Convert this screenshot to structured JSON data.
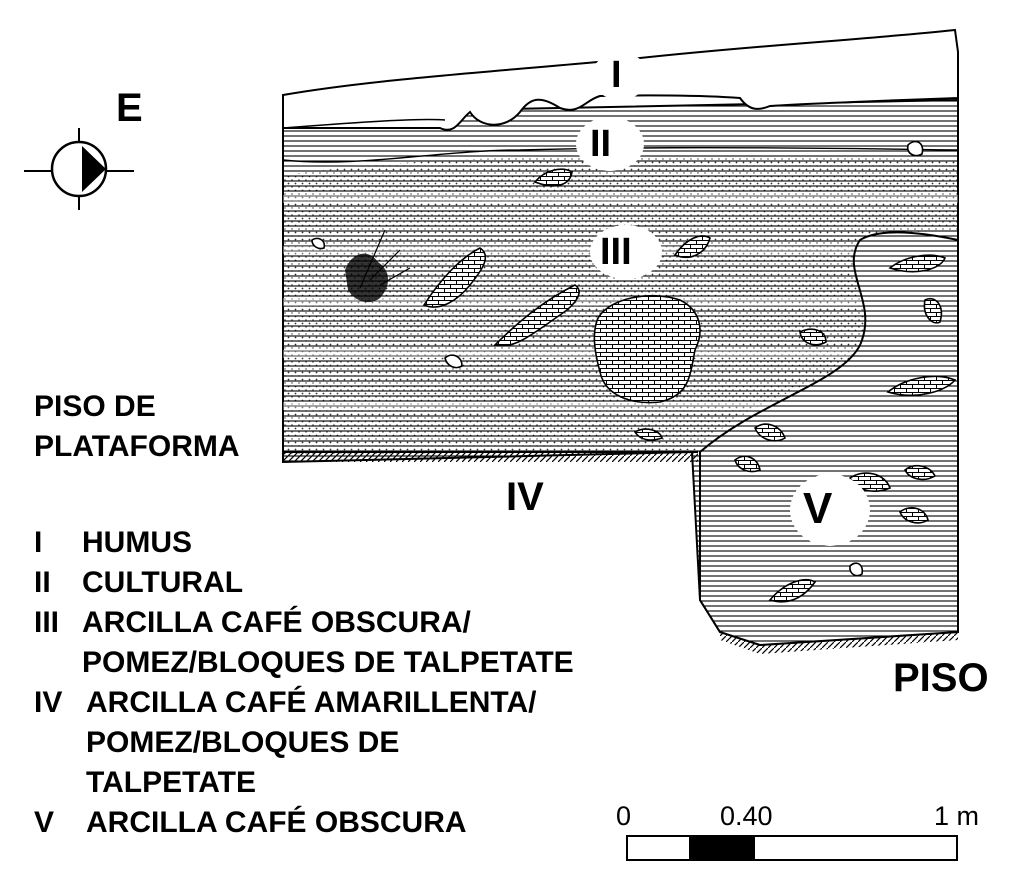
{
  "orientation": {
    "letter": "E"
  },
  "layers": {
    "I": "I",
    "II": "II",
    "III": "III",
    "IV": "IV",
    "V": "V"
  },
  "labels": {
    "platform_floor_line1": "PISO DE",
    "platform_floor_line2": "PLATAFORMA",
    "floor": "PISO"
  },
  "legend": [
    {
      "num": "I",
      "text": "HUMUS"
    },
    {
      "num": "II",
      "text": "CULTURAL"
    },
    {
      "num": "III",
      "text": "ARCILLA CAFÉ OBSCURA/",
      "text2": "POMEZ/BLOQUES DE TALPETATE"
    },
    {
      "num": "IV",
      "text": "ARCILLA CAFÉ AMARILLENTA/",
      "text2": "POMEZ/BLOQUES DE",
      "text3": "TALPETATE"
    },
    {
      "num": "V",
      "text": "ARCILLA CAFÉ OBSCURA"
    }
  ],
  "scale": {
    "min": "0",
    "mid": "0.40",
    "max": "1 m"
  },
  "colors": {
    "ink": "#000000",
    "paper": "#ffffff"
  }
}
